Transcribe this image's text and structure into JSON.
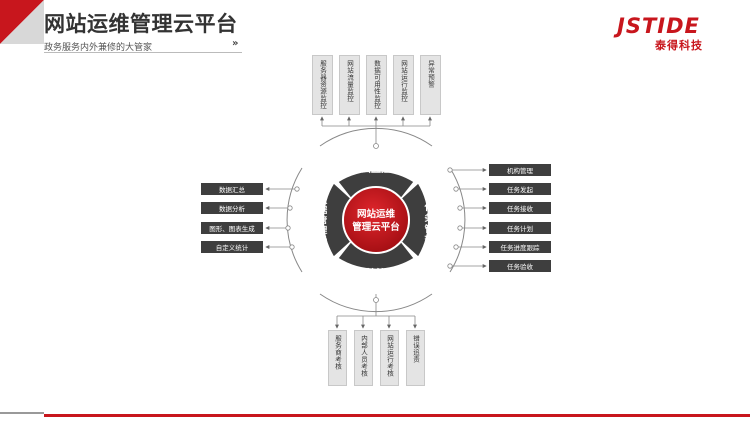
{
  "header": {
    "title": "网站运维管理云平台",
    "subtitle": "政务服务内外兼修的大管家",
    "chevron": "»"
  },
  "logo": {
    "brand": "JSTIDE",
    "cn": "泰得科技"
  },
  "center": {
    "line1": "网站运维",
    "line2": "管理云平台"
  },
  "segments": {
    "top": "云监控",
    "bottom": "考核管理",
    "left_chars": [
      "大",
      "数",
      "据",
      "管",
      "理",
      "云",
      "平",
      "台"
    ],
    "right_chars": [
      "任",
      "务",
      "管",
      "理"
    ]
  },
  "top_items": [
    "服务器资源监控",
    "网站流量监控",
    "数据可用性监控",
    "网站运行监控",
    "异常预警"
  ],
  "bottom_items": [
    "服务商考核",
    "内部人员考核",
    "网站运行考核",
    "错误追责"
  ],
  "left_items": [
    "数据汇总",
    "数据分析",
    "图形、图表生成",
    "自定义统计"
  ],
  "right_items": [
    "机构管理",
    "任务发起",
    "任务接收",
    "任务计划",
    "任务进度跟踪",
    "任务验收"
  ],
  "colors": {
    "accent": "#c8161d",
    "dark": "#3e3e3e",
    "box_bg": "#e4e4e4"
  }
}
